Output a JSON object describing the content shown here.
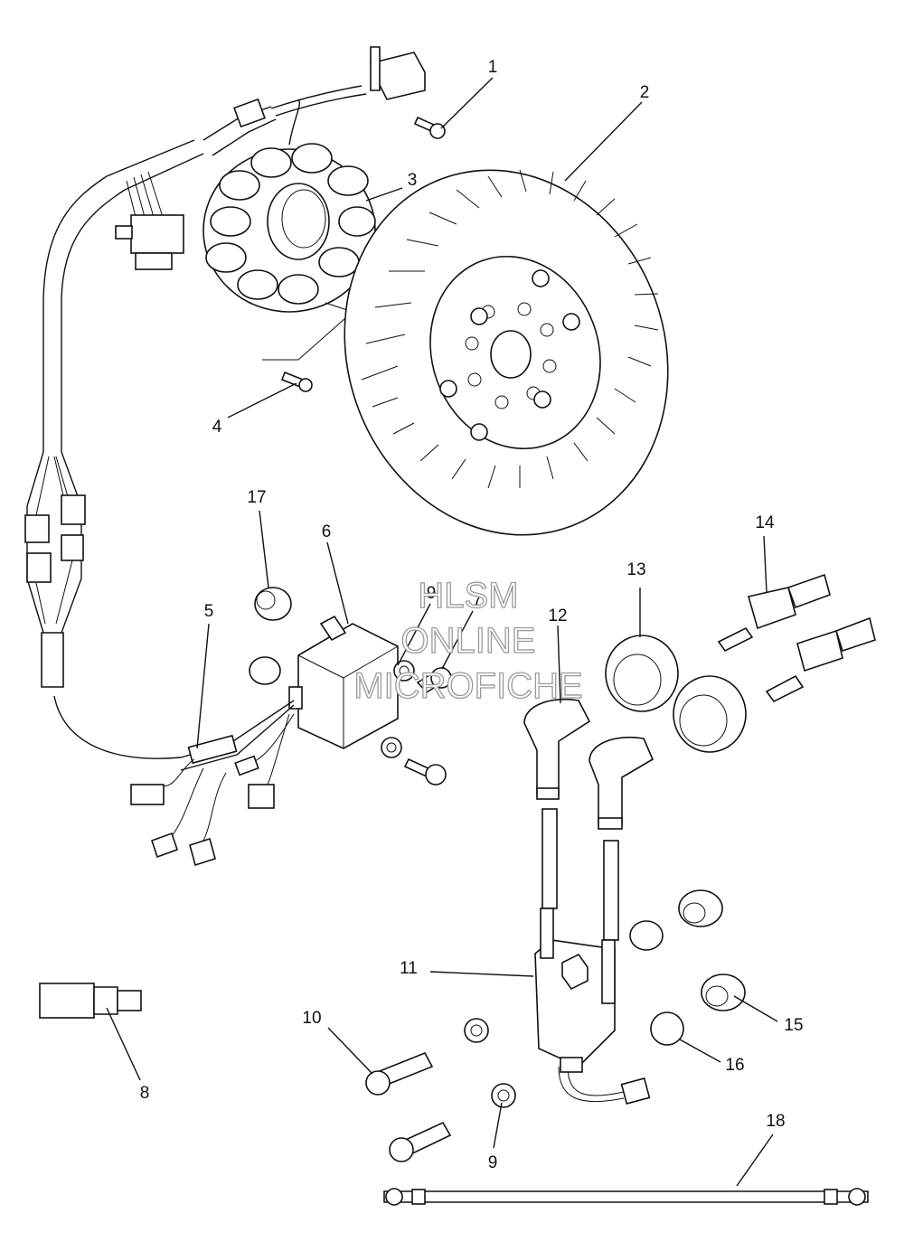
{
  "callouts": [
    "1",
    "2",
    "3",
    "4",
    "5",
    "6",
    "7",
    "8",
    "9",
    "9",
    "10",
    "11",
    "12",
    "13",
    "14",
    "15",
    "16",
    "17",
    "18"
  ],
  "watermark": {
    "line1": "HLSM",
    "line2": "ONLINE",
    "line3": "MICROFICHE"
  }
}
